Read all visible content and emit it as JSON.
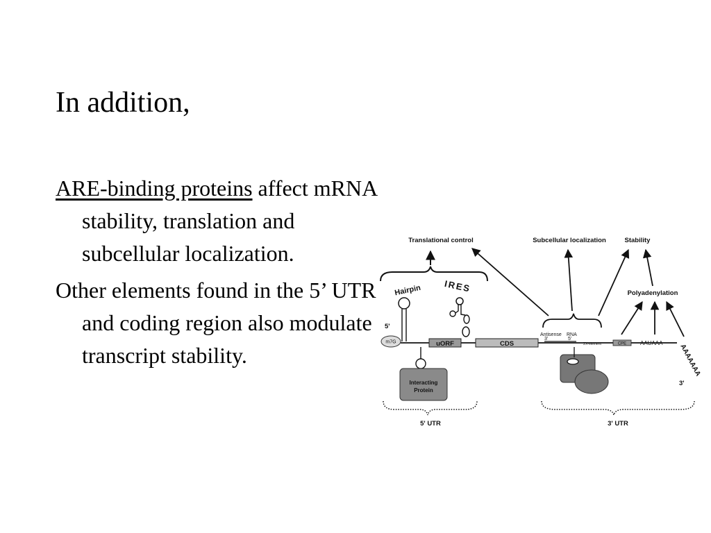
{
  "slide": {
    "title": "In addition,",
    "p1_link": "ARE-binding proteins",
    "p1_rest": " affect mRNA stability, translation and subcellular localization.",
    "p2": "Other elements found in the 5’ UTR and coding region also modulate transcript stability."
  },
  "figure": {
    "translational_control": "Translational control",
    "subcellular_localization": "Subcellular localization",
    "stability": "Stability",
    "polyadenylation": "Polyadenylation",
    "hairpin": "Hairpin",
    "ires": "IRES",
    "five_prime": "5'",
    "cap": "m7G",
    "uorf": "uORF",
    "cds": "CDS",
    "antisense": "Antisense",
    "rna": "RNA",
    "three_prime_small": "3'",
    "five_prime_small": "5'",
    "element": "ΣX-element",
    "cpe": "CPE",
    "auuaaa": "AAUAAA",
    "polya": "AAAAAAA",
    "three_prime_end": "3'",
    "interacting": "Interacting",
    "protein": "Protein",
    "utr5": "5'   UTR",
    "utr3": "3'   UTR"
  }
}
